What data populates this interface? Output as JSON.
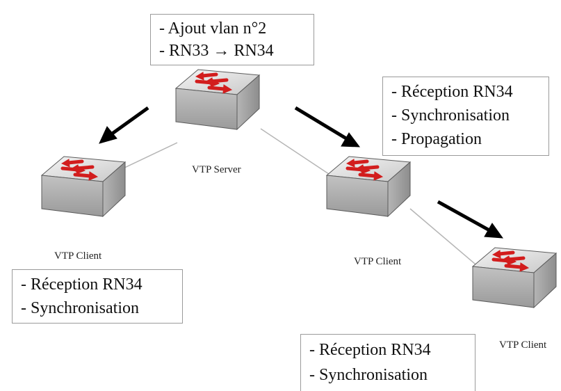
{
  "callouts": {
    "server": {
      "line1": "- Ajout vlan n°2",
      "line2": "- RN33 → RN34"
    },
    "client_middle_top": {
      "line1": "- Réception RN34",
      "line2": "- Synchronisation",
      "line3": "- Propagation"
    },
    "client_left": {
      "line1": "- Réception RN34",
      "line2": "- Synchronisation"
    },
    "client_right": {
      "line1": "- Réception RN34",
      "line2": "- Synchronisation"
    }
  },
  "devices": {
    "server": "VTP Server",
    "client_left": "VTP Client",
    "client_middle": "VTP Client",
    "client_right": "VTP Client"
  },
  "colors": {
    "switch_body": "#cdcdcd",
    "switch_arrow": "#d21d1d",
    "arrow": "#000000",
    "link": "#b5b5b5"
  },
  "icons": [
    "switch-icon",
    "arrow-icon"
  ]
}
